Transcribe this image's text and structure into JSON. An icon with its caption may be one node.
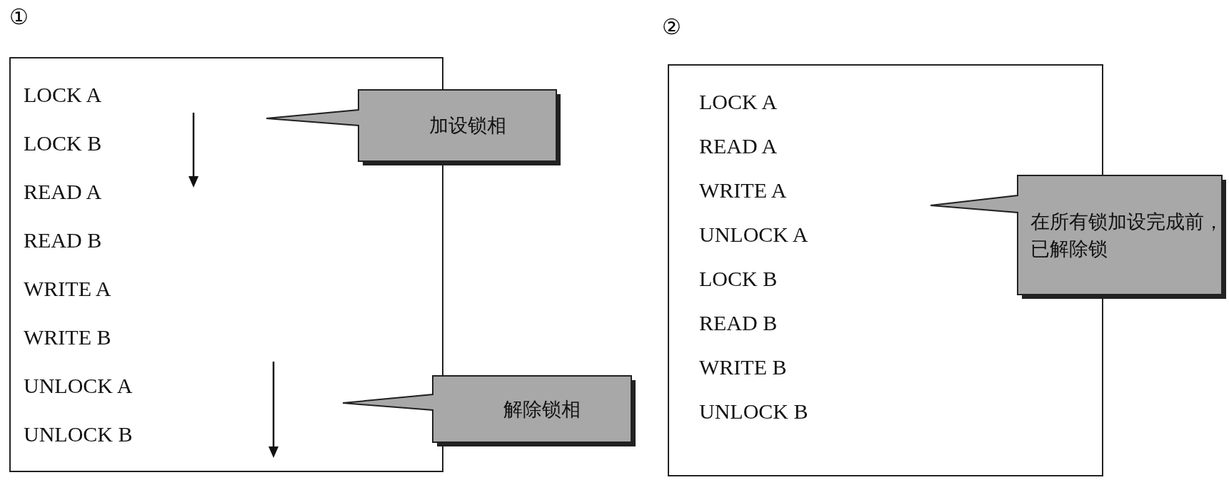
{
  "diagram": {
    "nodes": [
      {
        "text": [
          "LOCK A",
          "LOCK B",
          "READ A",
          "READ B",
          "WRITE A",
          "WRITE B",
          "UNLOCK A",
          "UNLOCK B"
        ]
      },
      {
        "text": [
          "加设锁相"
        ]
      },
      {
        "text": [
          "解除锁相"
        ]
      },
      {
        "text": [
          "LOCK A",
          "READ A",
          "WRITE A",
          "UNLOCK A",
          "LOCK B",
          "READ B",
          "WRITE B",
          "UNLOCK B"
        ]
      },
      {
        "text": [
          "在所有锁加设完成前，已解除锁"
        ]
      }
    ],
    "labels": [
      "①",
      "②"
    ]
  }
}
